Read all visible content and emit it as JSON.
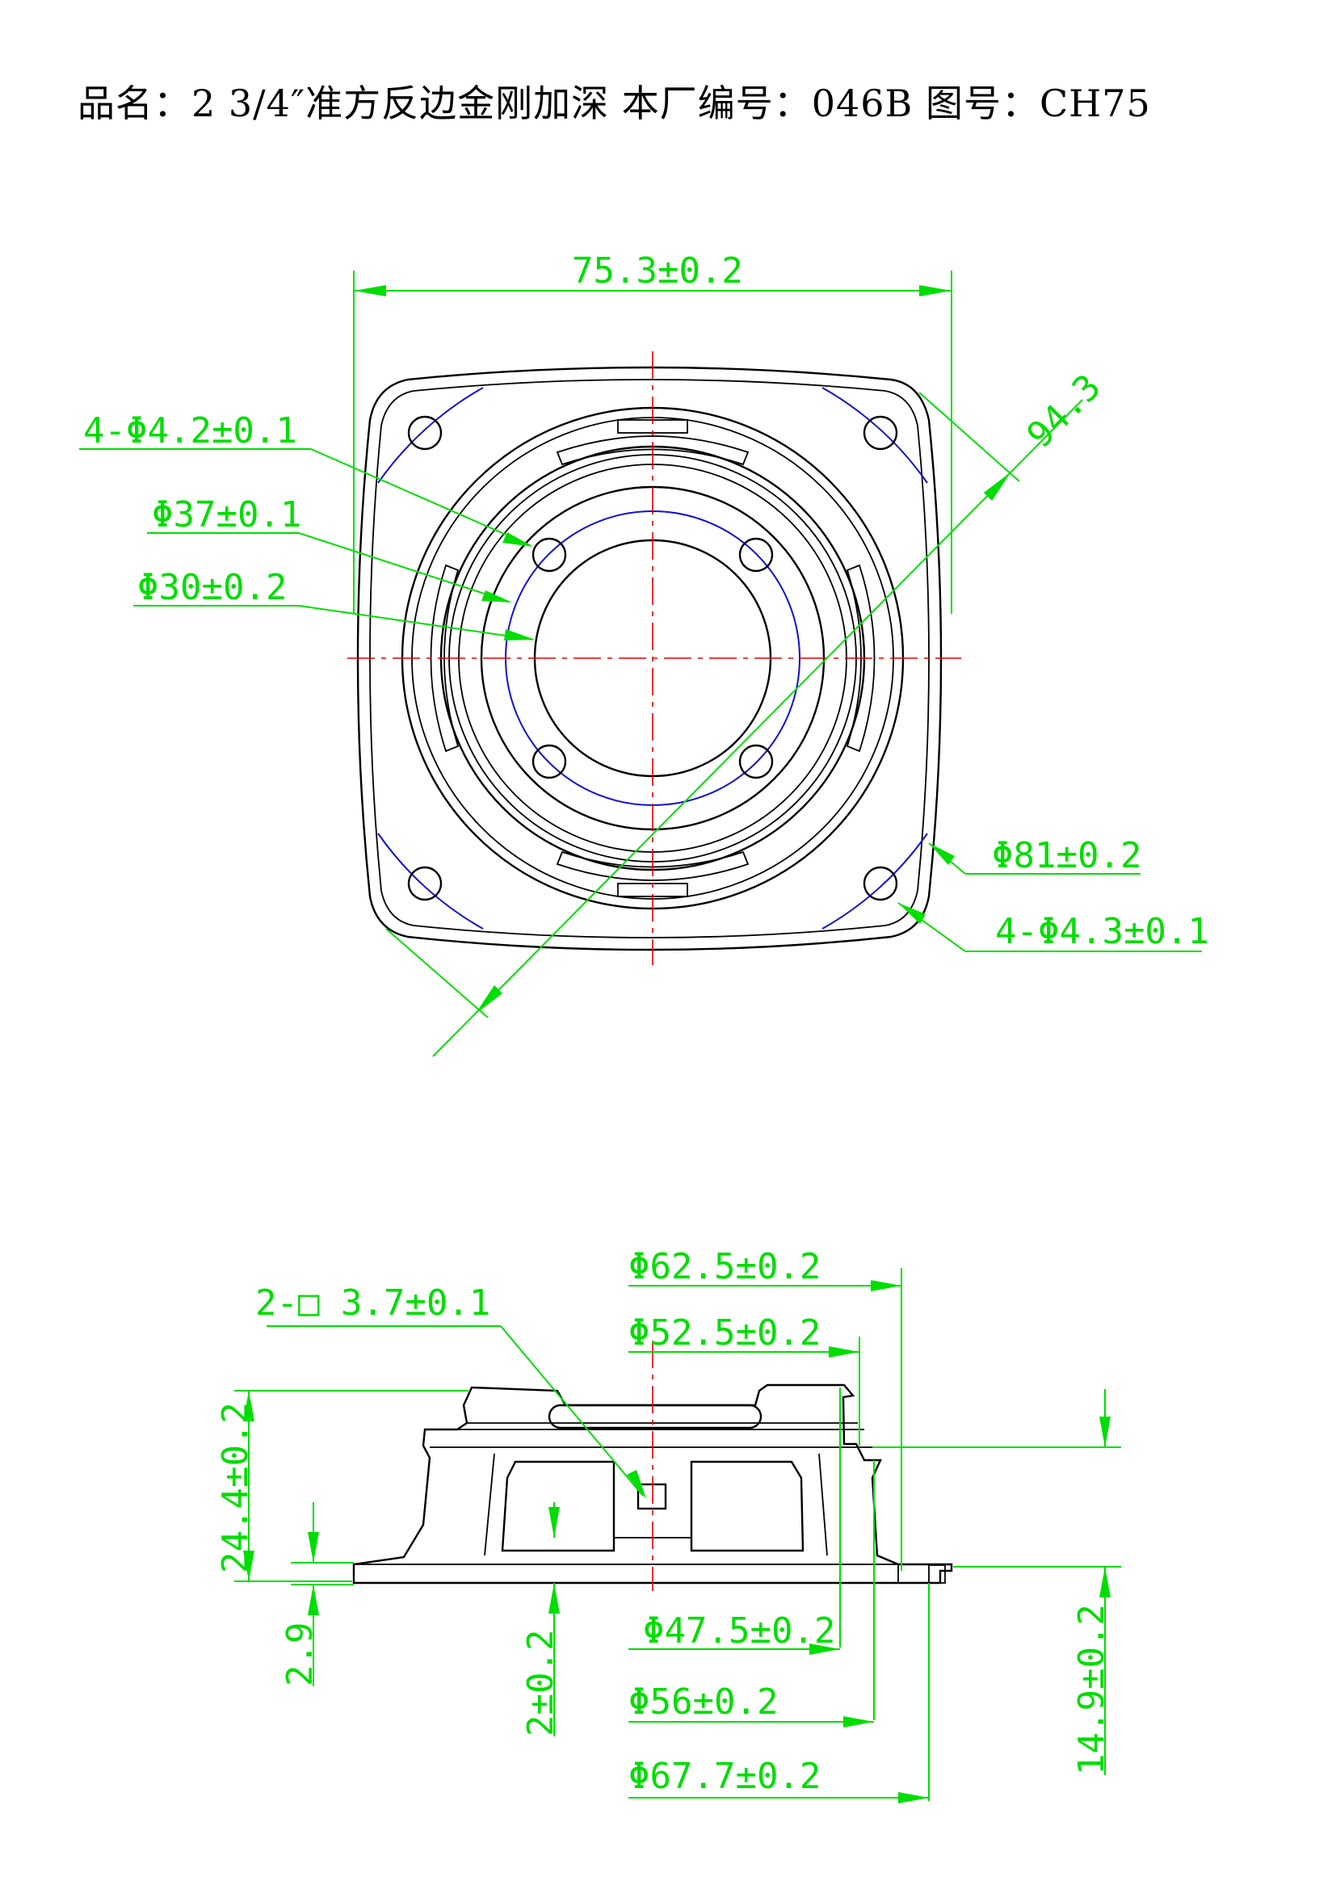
{
  "title": "品名：2 3/4″准方反边金刚加深 本厂编号：046B 图号：CH75",
  "colors": {
    "outline": "#000000",
    "center_line": "#e00000",
    "dimension": "#00dd00",
    "pitch_circle": "#1010d0"
  },
  "top_view": {
    "dims": {
      "width": "75.3±0.2",
      "diagonal": "94.3",
      "holes_inner": "4-Φ4.2±0.1",
      "pitch_d37": "Φ37±0.1",
      "bore_d30": "Φ30±0.2",
      "pitch_d81": "Φ81±0.2",
      "holes_outer": "4-Φ4.3±0.1"
    }
  },
  "side_view": {
    "dims": {
      "d62_5": "Φ62.5±0.2",
      "d52_5": "Φ52.5±0.2",
      "square_hole": "2-□ 3.7±0.1",
      "height": "24.4±0.2",
      "flange": "2.9",
      "step": "2±0.2",
      "d47_5": "Φ47.5±0.2",
      "d56": "Φ56±0.2",
      "d67_7": "Φ67.7±0.2",
      "depth": "14.9±0.2"
    }
  }
}
